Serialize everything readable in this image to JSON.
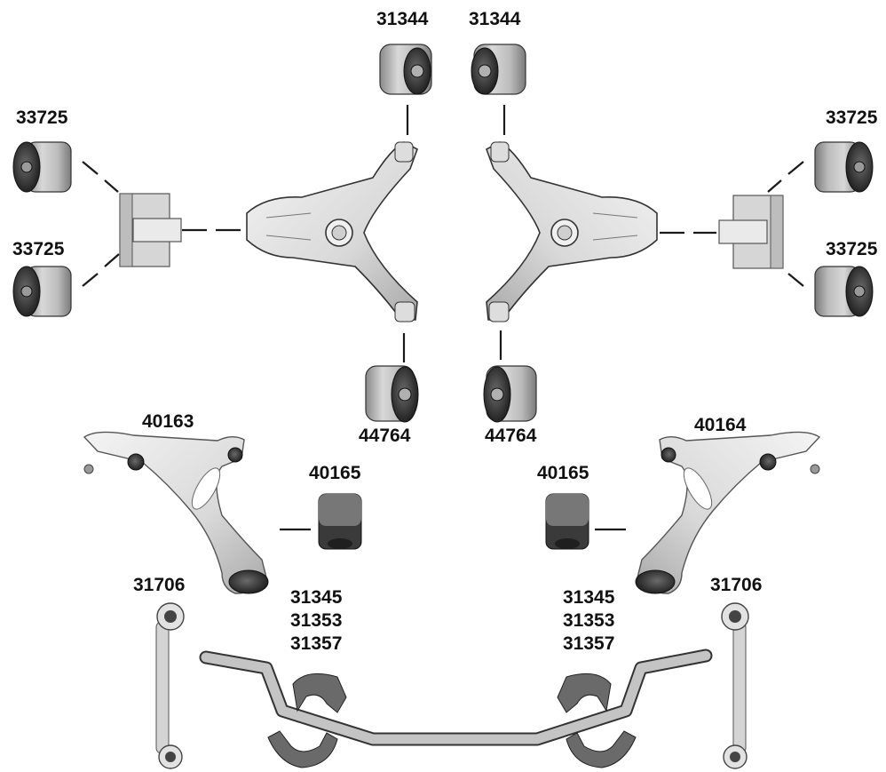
{
  "diagram": {
    "labels": {
      "bushing_top_left": "31344",
      "bushing_top_right": "31344",
      "bushing_side_upper_left": "33725",
      "bushing_side_lower_left": "33725",
      "bushing_side_upper_right": "33725",
      "bushing_side_lower_right": "33725",
      "bushing_bottom_left": "44764",
      "bushing_bottom_right": "44764",
      "lower_arm_left": "40163",
      "lower_arm_right": "40164",
      "arm_bushing_left": "40165",
      "arm_bushing_right": "40165",
      "link_left": "31706",
      "link_right": "31706",
      "stabilizer_bushings_left": [
        "31345",
        "31353",
        "31357"
      ],
      "stabilizer_bushings_right": [
        "31345",
        "31353",
        "31357"
      ]
    },
    "colors": {
      "line": "#1a1a1a",
      "metal_light": "#e6e6e6",
      "metal_mid": "#bdbdbd",
      "rubber_dark": "#2a2a2a",
      "rubber_mid": "#555555"
    }
  }
}
